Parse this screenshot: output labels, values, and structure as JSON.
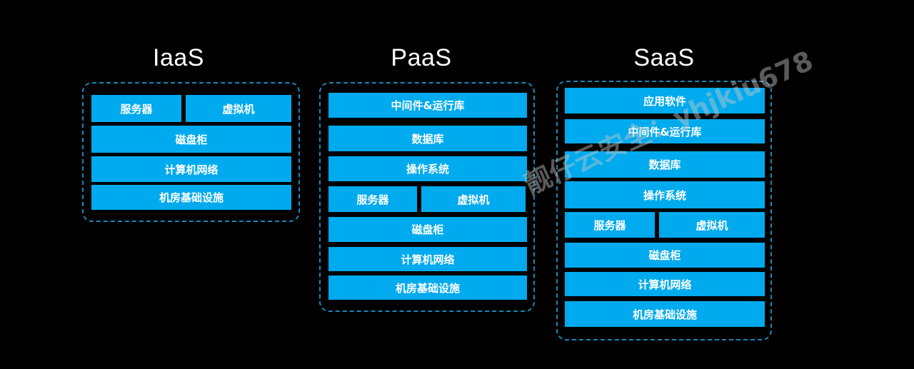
{
  "columns": [
    {
      "title": "IaaS",
      "rows": [
        [
          "服务器",
          "虚拟机"
        ],
        [
          "磁盘柜"
        ],
        [
          "计算机网络"
        ],
        [
          "机房基础设施"
        ]
      ]
    },
    {
      "title": "PaaS",
      "rows": [
        [
          "中间件&运行库"
        ],
        [
          "数据库"
        ],
        [
          "操作系统"
        ],
        [
          "服务器",
          "虚拟机"
        ],
        [
          "磁盘柜"
        ],
        [
          "计算机网络"
        ],
        [
          "机房基础设施"
        ]
      ]
    },
    {
      "title": "SaaS",
      "rows": [
        [
          "应用软件"
        ],
        [
          "中间件&运行库"
        ],
        [
          "数据库"
        ],
        [
          "操作系统"
        ],
        [
          "服务器",
          "虚拟机"
        ],
        [
          "磁盘柜"
        ],
        [
          "计算机网络"
        ],
        [
          "机房基础设施"
        ]
      ]
    }
  ],
  "watermark": "靓仔云安全：yhjkiu678",
  "colors": {
    "block": "#00aaee",
    "border": "#1a86b8",
    "background": "#000000"
  }
}
